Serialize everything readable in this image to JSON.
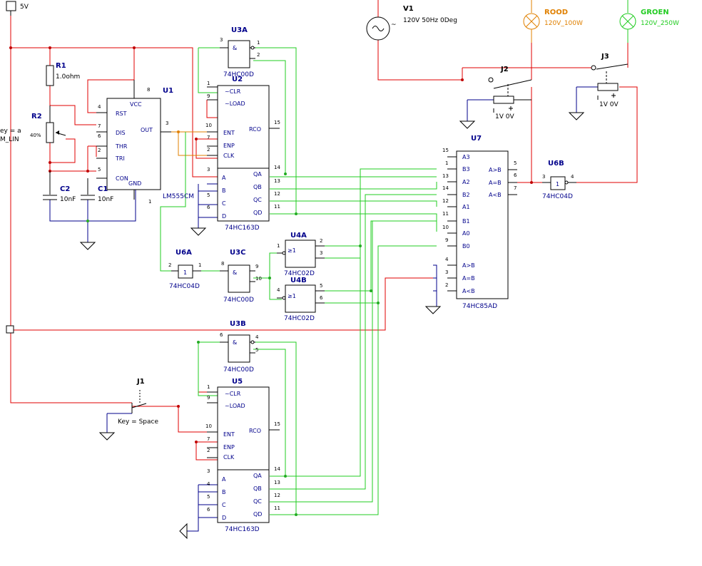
{
  "supply": {
    "label": "5V"
  },
  "v1": {
    "ref": "V1",
    "value": "120V 50Hz 0Deg"
  },
  "rood": {
    "name": "ROOD",
    "value": "120V_100W"
  },
  "groen": {
    "name": "GROEN",
    "value": "120V_250W"
  },
  "j2": {
    "ref": "J2",
    "value": "1V 0V"
  },
  "j3": {
    "ref": "J3",
    "value": "1V 0V"
  },
  "j1": {
    "ref": "J1",
    "key": "Key = Space"
  },
  "r1": {
    "ref": "R1",
    "value": "1.0ohm"
  },
  "r2": {
    "ref": "R2",
    "value": "40%",
    "key_line1": "ey = a",
    "key_line2": "M_LIN"
  },
  "c1": {
    "ref": "C1",
    "value": "10nF"
  },
  "c2": {
    "ref": "C2",
    "value": "10nF"
  },
  "u1": {
    "ref": "U1",
    "part": "LM555CM",
    "pins": {
      "vcc": "VCC",
      "rst": "RST",
      "dis": "DIS",
      "thr": "THR",
      "tri": "TRI",
      "con": "CON",
      "gnd": "GND",
      "out": "OUT"
    }
  },
  "u2": {
    "ref": "U2",
    "part": "74HC163D"
  },
  "u5": {
    "ref": "U5",
    "part": "74HC163D"
  },
  "counter_pins": {
    "clr": "~CLR",
    "load": "~LOAD",
    "ent": "ENT",
    "enp": "ENP",
    "clk": "CLK",
    "rco": "RCO",
    "a": "A",
    "b": "B",
    "c": "C",
    "d": "D",
    "qa": "QA",
    "qb": "QB",
    "qc": "QC",
    "qd": "QD"
  },
  "u3a": {
    "ref": "U3A",
    "part": "74HC00D",
    "sym": "&"
  },
  "u3b": {
    "ref": "U3B",
    "part": "74HC00D",
    "sym": "&"
  },
  "u3c": {
    "ref": "U3C",
    "part": "74HC00D",
    "sym": "&"
  },
  "u4a": {
    "ref": "U4A",
    "part": "74HC02D",
    "sym": "≥1"
  },
  "u4b": {
    "ref": "U4B",
    "part": "74HC02D",
    "sym": "≥1"
  },
  "u6a": {
    "ref": "U6A",
    "part": "74HC04D",
    "sym": "1"
  },
  "u6b": {
    "ref": "U6B",
    "part": "74HC04D",
    "sym": "1"
  },
  "u7": {
    "ref": "U7",
    "part": "74HC85AD",
    "pins": {
      "a3": "A3",
      "b3": "B3",
      "a2": "A2",
      "b2": "B2",
      "a1": "A1",
      "b1": "B1",
      "a0": "A0",
      "b0": "B0",
      "gt_in": "A>B",
      "eq_in": "A=B",
      "lt_in": "A<B",
      "gt_out": "A>B",
      "eq_out": "A=B",
      "lt_out": "A<B"
    }
  }
}
